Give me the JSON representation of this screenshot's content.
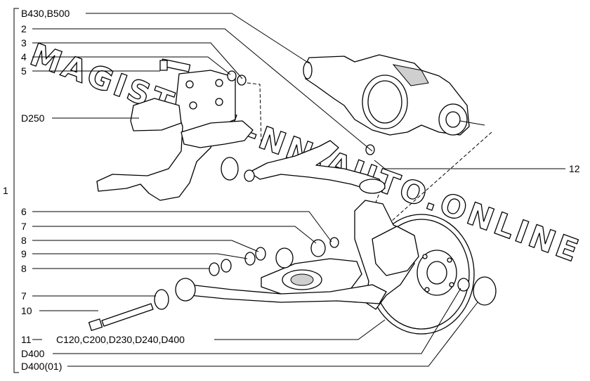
{
  "labels": {
    "b430_b500": "B430,B500",
    "n2": "2",
    "n3": "3",
    "n4": "4",
    "n5": "5",
    "d250": "D250",
    "n1": "1",
    "n6": "6",
    "n7a": "7",
    "n8a": "8",
    "n9": "9",
    "n8b": "8",
    "n7b": "7",
    "n10": "10",
    "n11": "11",
    "c120_group": "C120,C200,D230,D240,D400",
    "d400": "D400",
    "d400_01": "D400(01)",
    "n12": "12"
  },
  "watermark": "MAGISTRAL-NN.AUTO.ONLINE"
}
